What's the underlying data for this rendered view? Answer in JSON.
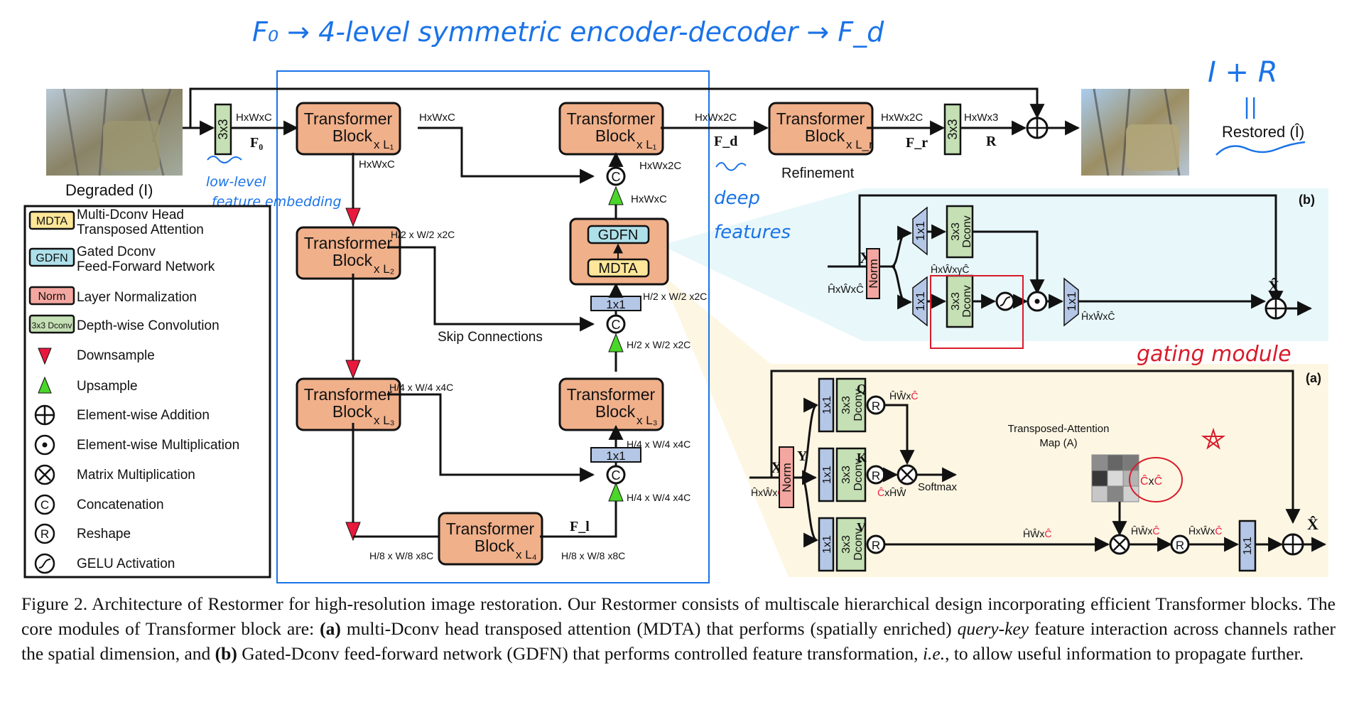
{
  "annotations": {
    "top": "F₀ → 4-level symmetric encoder-decoder → F_d",
    "low_level_1": "low-level",
    "low_level_2": "feature embedding",
    "deep_1": "deep",
    "deep_2": "features",
    "ir_1": "I + R",
    "ir_2": "||",
    "gating": "gating module"
  },
  "main": {
    "degraded_label": "Degraded (I)",
    "restored_label": "Restored (Î)",
    "conv_in": "3x3",
    "conv_out": "3x3",
    "f0": "F₀",
    "fd": "F_d",
    "fr": "F_r",
    "fl": "F_l",
    "r": "R",
    "refinement": "Refinement",
    "skip_connections": "Skip Connections",
    "tb_line1": "Transformer",
    "tb_line2": "Block",
    "blocks": [
      {
        "mult": "x L₁"
      },
      {
        "mult": "x L₂"
      },
      {
        "mult": "x L₃"
      },
      {
        "mult": "x L₄"
      },
      {
        "mult": "x L₃"
      },
      {
        "mult": "x L₁"
      },
      {
        "mult": "x L_r"
      }
    ],
    "dims": {
      "hwc": "HxWxC",
      "hw2c": "HxWx2C",
      "hw3": "HxWx3",
      "half_2c": "H/2 x W/2 x2C",
      "quarter_4c": "H/4 x W/4 x4C",
      "eighth_8c": "H/8 x W/8 x8C"
    },
    "gdfn": "GDFN",
    "mdta": "MDTA",
    "conv1x1": "1x1"
  },
  "legend": [
    {
      "key": "MDTA",
      "icon": "mdta-box",
      "label1": "Multi-Dconv Head",
      "label2": "Transposed Attention"
    },
    {
      "key": "GDFN",
      "icon": "gdfn-box",
      "label1": "Gated Dconv",
      "label2": "Feed-Forward Network"
    },
    {
      "key": "Norm",
      "icon": "norm-box",
      "label1": "Layer Normalization"
    },
    {
      "key": "3x3 Dconv",
      "icon": "dconv-box",
      "label1": "Depth-wise Convolution"
    },
    {
      "icon": "downsample-icon",
      "label1": "Downsample"
    },
    {
      "icon": "upsample-icon",
      "label1": "Upsample"
    },
    {
      "icon": "add-icon",
      "label1": "Element-wise Addition"
    },
    {
      "icon": "elementwise-mult-icon",
      "label1": "Element-wise Multiplication"
    },
    {
      "icon": "matmul-icon",
      "label1": "Matrix Multiplication"
    },
    {
      "icon": "concat-icon",
      "label1": "Concatenation"
    },
    {
      "icon": "reshape-icon",
      "label1": "Reshape"
    },
    {
      "icon": "gelu-icon",
      "label1": "GELU Activation"
    }
  ],
  "gdfn_panel": {
    "tag": "(b)",
    "x": "X",
    "xhat": "X̂",
    "norm": "Norm",
    "conv1x1": "1x1",
    "dconv1": "3x3",
    "dconv2": "Dconv",
    "in_dim": "ĤxŴxĈ",
    "mid_dim": "ĤxŴxγĈ",
    "out_dim": "ĤxŴxĈ"
  },
  "mdta_panel": {
    "tag": "(a)",
    "x": "X",
    "y": "Y",
    "q": "Q",
    "k": "K",
    "v": "V",
    "xhat": "X̂",
    "norm": "Norm",
    "in_dim_a": "ĤxŴx",
    "c_hat": "Ĉ",
    "q_dim_a": "ĤŴx",
    "k_dim_b": "xĤŴ",
    "v_dim_a": "ĤŴx",
    "out1_dim_a": "ĤŴx",
    "out2_dim_a": "ĤxŴx",
    "softmax": "Softmax",
    "map_title1": "Transposed-Attention",
    "map_title2": "Map (A)",
    "map_dim": "x",
    "attention_map": [
      [
        0.55,
        0.4,
        0.48
      ],
      [
        0.22,
        0.85,
        0.7
      ],
      [
        0.78,
        0.52,
        0.82
      ]
    ]
  },
  "caption": {
    "lead": "Figure 2. Architecture of Restormer for high-resolution image restoration. Our Restormer consists of multiscale hierarchical design incorporating efficient Transformer blocks. The core modules of Transformer block are: ",
    "a_tag": "(a)",
    "a_text": " multi-Dconv head transposed attention (MDTA) that performs (spatially enriched) ",
    "qk": "query-key",
    "mid": " feature interaction across channels rather the spatial dimension, and ",
    "b_tag": "(b)",
    "b_text": " Gated-Dconv feed-forward network (GDFN) that performs controlled feature transformation, ",
    "ie": "i.e.",
    "tail": ", to allow useful information to propagate further."
  }
}
